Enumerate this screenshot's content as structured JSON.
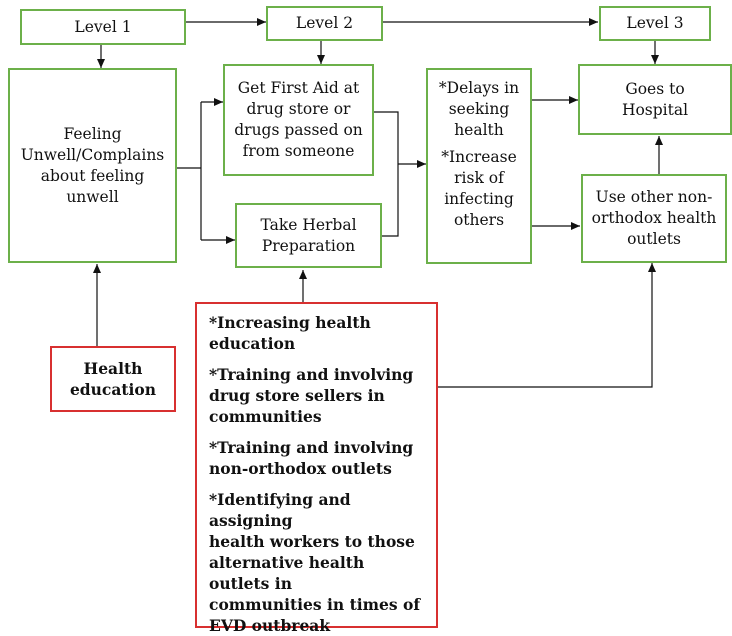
{
  "levels": {
    "level1": "Level 1",
    "level2": "Level 2",
    "level3": "Level 3"
  },
  "nodes": {
    "feeling_unwell": "Feeling\nUnwell/Complains\nabout feeling\nunwell",
    "first_aid": "Get First Aid at\ndrug store or\ndrugs passed on\nfrom someone",
    "herbal": "Take Herbal\nPreparation",
    "delays_1": "*Delays in\nseeking\nhealth",
    "delays_2": "*Increase\nrisk of\ninfecting\nothers",
    "hospital": "Goes to\nHospital",
    "non_orthodox": "Use other non-\northodox health\noutlets",
    "health_education": "Health\neducation"
  },
  "interventions": [
    "*Increasing health\neducation",
    "*Training and involving\ndrug store sellers in\ncommunities",
    "*Training and involving\nnon-orthodox outlets",
    "*Identifying and assigning\nhealth workers to those\nalternative health outlets in\ncommunities in times of\nEVD outbreak"
  ],
  "colors": {
    "green_border": "#6cb04a",
    "red_border": "#d83030",
    "arrow": "#111111"
  }
}
